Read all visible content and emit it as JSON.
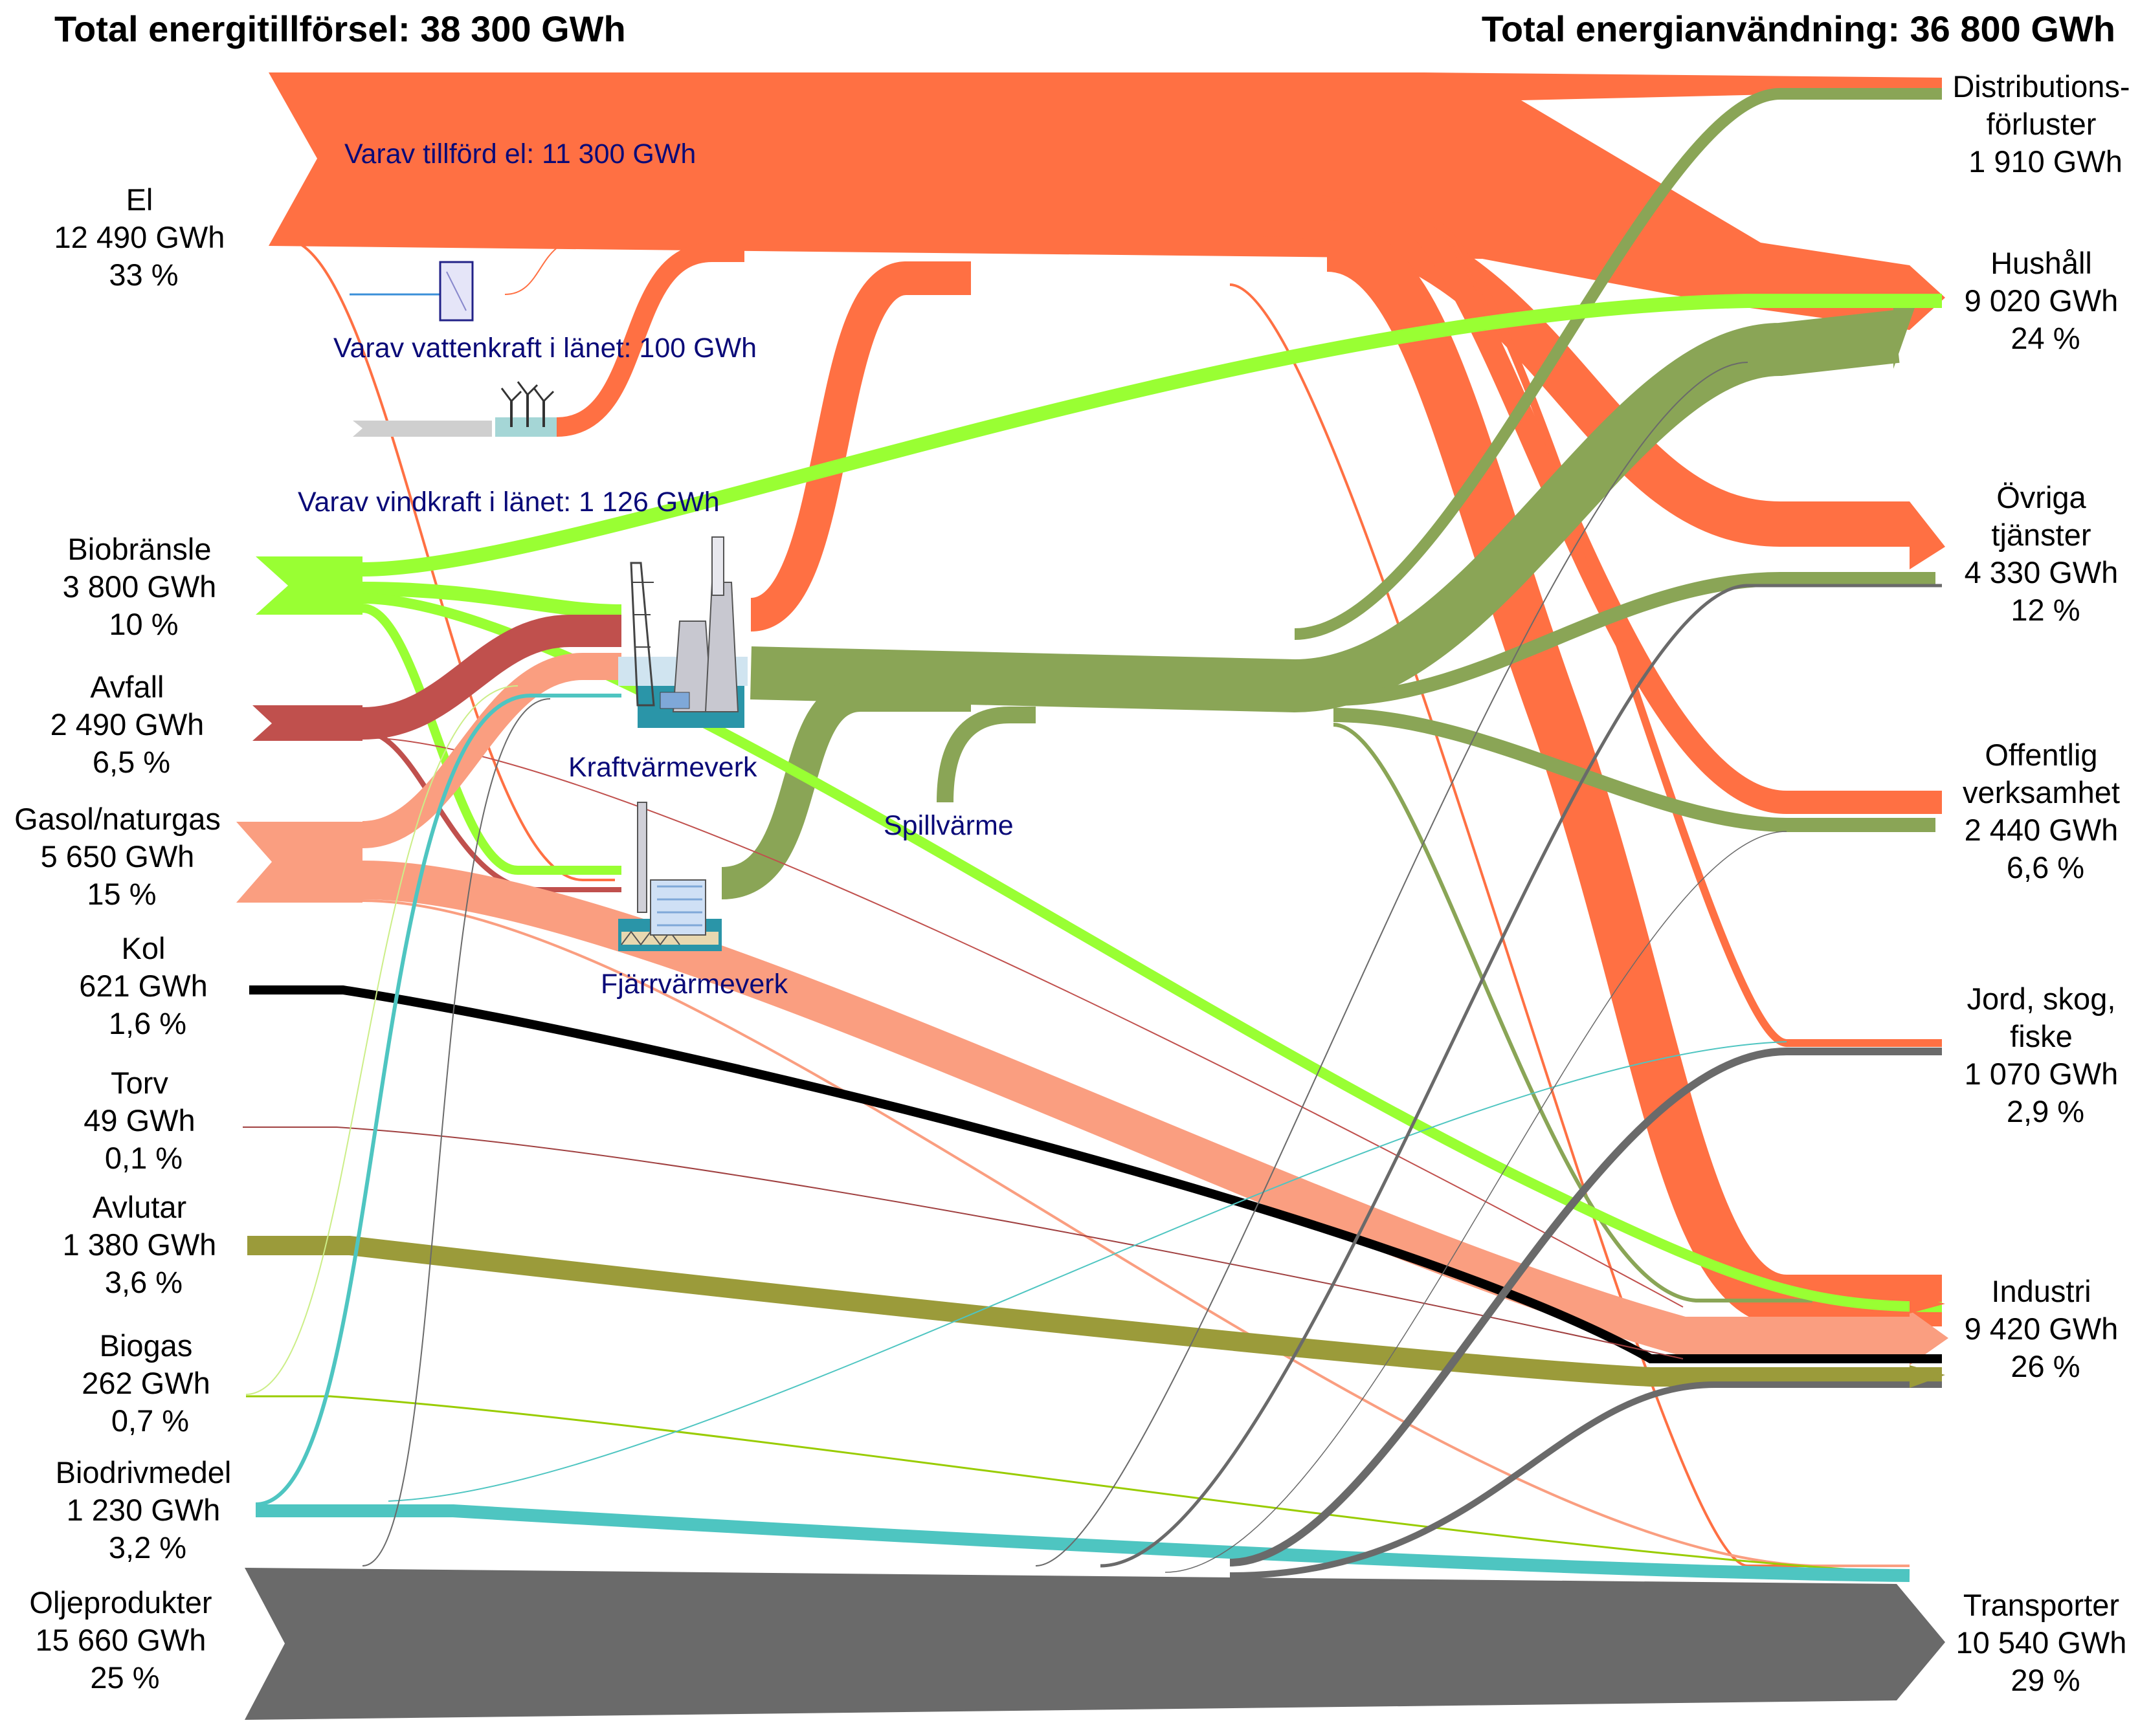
{
  "header": {
    "supply_total": "Total energitillförsel: 38 300 GWh",
    "use_total": "Total energianvändning: 36 800 GWh"
  },
  "sources": [
    {
      "id": "el",
      "name": "El",
      "value": "12 490 GWh",
      "share": "33 %",
      "color": "#ff7043"
    },
    {
      "id": "bio",
      "name": "Biobränsle",
      "value": "3 800 GWh",
      "share": "10 %",
      "color": "#99ff33"
    },
    {
      "id": "avfall",
      "name": "Avfall",
      "value": "2 490 GWh",
      "share": "6,5 %",
      "color": "#c0504d"
    },
    {
      "id": "gas",
      "name": "Gasol/naturgas",
      "value": "5 650 GWh",
      "share": "15 %",
      "color": "#fa9e80"
    },
    {
      "id": "kol",
      "name": "Kol",
      "value": "621 GWh",
      "share": "1,6 %",
      "color": "#000000"
    },
    {
      "id": "torv",
      "name": "Torv",
      "value": "49 GWh",
      "share": "0,1 %",
      "color": "#a04040"
    },
    {
      "id": "avlutar",
      "name": "Avlutar",
      "value": "1 380 GWh",
      "share": "3,6 %",
      "color": "#9b9b3a"
    },
    {
      "id": "biogas",
      "name": "Biogas",
      "value": "262 GWh",
      "share": "0,7 %",
      "color": "#99cc00"
    },
    {
      "id": "biodriv",
      "name": "Biodrivmedel",
      "value": "1 230 GWh",
      "share": "3,2 %",
      "color": "#4ec5c1"
    },
    {
      "id": "olja",
      "name": "Oljeprodukter",
      "value": "15 660 GWh",
      "share": "25 %",
      "color": "#6a6a6a"
    }
  ],
  "sinks": [
    {
      "id": "dist",
      "lines": [
        "Distributions-",
        "förluster",
        "1 910 GWh"
      ]
    },
    {
      "id": "hus",
      "lines": [
        "Hushåll",
        "9 020 GWh",
        "24 %"
      ]
    },
    {
      "id": "ovr",
      "lines": [
        "Övriga",
        "tjänster",
        "4 330 GWh",
        "12 %"
      ]
    },
    {
      "id": "off",
      "lines": [
        "Offentlig",
        "verksamhet",
        "2 440 GWh",
        "6,6 %"
      ]
    },
    {
      "id": "jord",
      "lines": [
        "Jord, skog,",
        "fiske",
        "1 070 GWh",
        "2,9 %"
      ]
    },
    {
      "id": "ind",
      "lines": [
        "Industri",
        "9 420 GWh",
        "26 %"
      ]
    },
    {
      "id": "trans",
      "lines": [
        "Transporter",
        "10 540 GWh",
        "29 %"
      ]
    }
  ],
  "notes": {
    "imported_el": "Varav tillförd el: 11 300 GWh",
    "hydro": "Varav vattenkraft i länet: 100 GWh",
    "wind": "Varav vindkraft i länet: 1 126 GWh",
    "chp": "Kraftvärmeverk",
    "heating_plant": "Fjärrvärmeverk",
    "waste_heat": "Spillvärme"
  },
  "colors": {
    "el": "#ff7043",
    "fjarrvarme": "#8aa556",
    "bio": "#99ff33",
    "avfall": "#c0504d",
    "gas": "#fa9e80",
    "kol": "#000000",
    "avlutar": "#9b9b3a",
    "biodriv": "#4ec5c1",
    "olja": "#6a6a6a"
  }
}
